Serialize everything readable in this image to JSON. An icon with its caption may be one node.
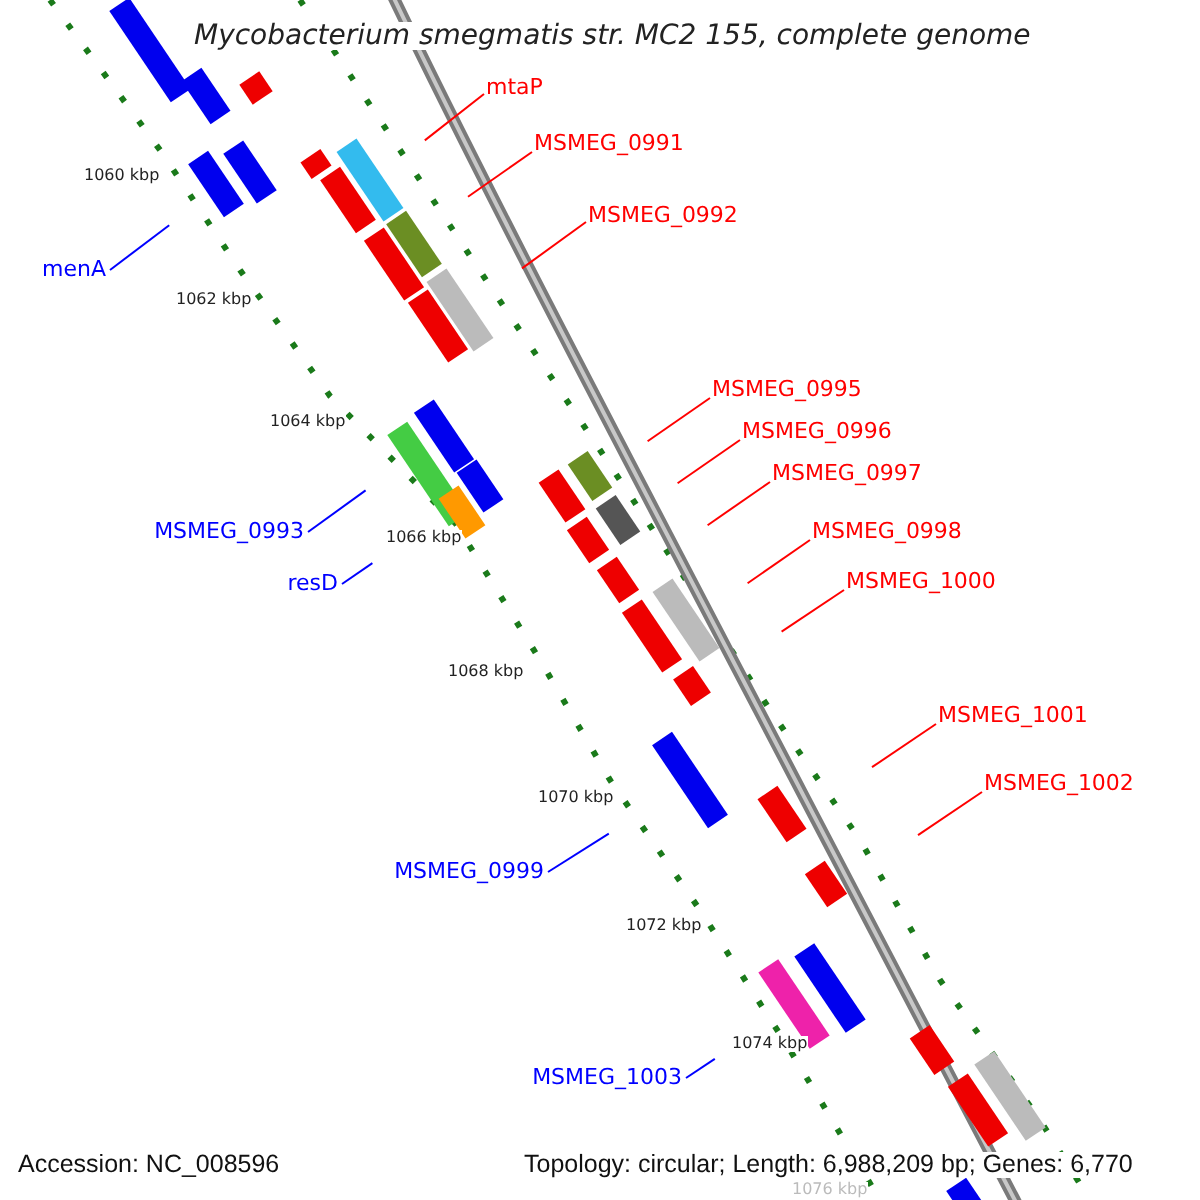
{
  "diagram": {
    "title": "Mycobacterium smegmatis str. MC2 155, complete genome",
    "nodes": [
      {
        "text": [
          "mtaP"
        ]
      },
      {
        "text": [
          "MSMEG_0991"
        ]
      },
      {
        "text": [
          "MSMEG_0992"
        ]
      },
      {
        "text": [
          "menA"
        ]
      },
      {
        "text": [
          "MSMEG_0995"
        ]
      },
      {
        "text": [
          "MSMEG_0996"
        ]
      },
      {
        "text": [
          "MSMEG_0997"
        ]
      },
      {
        "text": [
          "MSMEG_0993"
        ]
      },
      {
        "text": [
          "MSMEG_0998"
        ]
      },
      {
        "text": [
          "resD"
        ]
      },
      {
        "text": [
          "MSMEG_1000"
        ]
      },
      {
        "text": [
          "MSMEG_1001"
        ]
      },
      {
        "text": [
          "MSMEG_1002"
        ]
      },
      {
        "text": [
          "MSMEG_0999"
        ]
      },
      {
        "text": [
          "MSMEG_1003"
        ]
      }
    ],
    "edges": [
      {
        "from": 0,
        "to": null,
        "arrow": "none"
      },
      {
        "from": 1,
        "to": null,
        "arrow": "none"
      },
      {
        "from": 2,
        "to": null,
        "arrow": "none"
      },
      {
        "from": 3,
        "to": null,
        "arrow": "none",
        "color": "#0000ff"
      },
      {
        "from": 4,
        "to": null,
        "arrow": "none"
      },
      {
        "from": 5,
        "to": null,
        "arrow": "none"
      },
      {
        "from": 6,
        "to": null,
        "arrow": "none"
      },
      {
        "from": 7,
        "to": null,
        "arrow": "none",
        "color": "#0000ff"
      },
      {
        "from": 8,
        "to": null,
        "arrow": "none"
      },
      {
        "from": 9,
        "to": null,
        "arrow": "none",
        "color": "#0000ff"
      },
      {
        "from": 10,
        "to": null,
        "arrow": "none"
      },
      {
        "from": 11,
        "to": null,
        "arrow": "none"
      },
      {
        "from": 12,
        "to": null,
        "arrow": "none"
      },
      {
        "from": 13,
        "to": null,
        "arrow": "none",
        "color": "#0000ff"
      },
      {
        "from": 14,
        "to": null,
        "arrow": "none",
        "color": "#0000ff"
      }
    ],
    "labels": [
      "1060 kbp",
      "1062 kbp",
      "1064 kbp",
      "1066 kbp",
      "1068 kbp",
      "1070 kbp",
      "1072 kbp",
      "1074 kbp",
      "1076 kbp",
      "Accession: NC_008596",
      "Topology: circular; Length: 6,988,209 bp; Genes: 6,770"
    ]
  }
}
